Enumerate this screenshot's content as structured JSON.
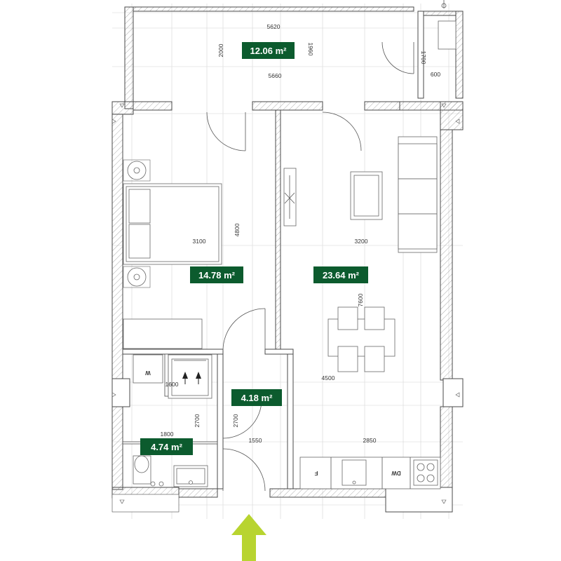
{
  "colors": {
    "area_badge_bg": "#0c5b2e",
    "area_badge_text": "#ffffff",
    "entrance_arrow": "#b8d430",
    "wall_stroke": "#4a4a4a"
  },
  "rooms": {
    "balcony": {
      "area": "12.06 m²"
    },
    "bedroom": {
      "area": "14.78 m²"
    },
    "living": {
      "area": "23.64 m²"
    },
    "hall": {
      "area": "4.18 m²"
    },
    "bathroom": {
      "area": "4.74 m²"
    }
  },
  "dimensions": {
    "balcony_top": "5620",
    "balcony_bottom": "5660",
    "balcony_height_left": "2000",
    "balcony_height_right": "1960",
    "balcony_side_height": "1700",
    "balcony_side_width": "600",
    "bedroom_width": "3100",
    "bedroom_depth": "4800",
    "living_width": "3200",
    "living_depth": "7600",
    "living_lower_width": "4500",
    "storage_width": "1600",
    "storage_depth": "2700",
    "bath_width": "1800",
    "hall_depth": "2700",
    "hall_width": "1550",
    "kitchen_width": "2850"
  },
  "appliance_labels": {
    "washer": "W",
    "fridge": "F",
    "dishwasher": "DW"
  },
  "icons": {
    "entrance": "arrow-up-icon"
  }
}
